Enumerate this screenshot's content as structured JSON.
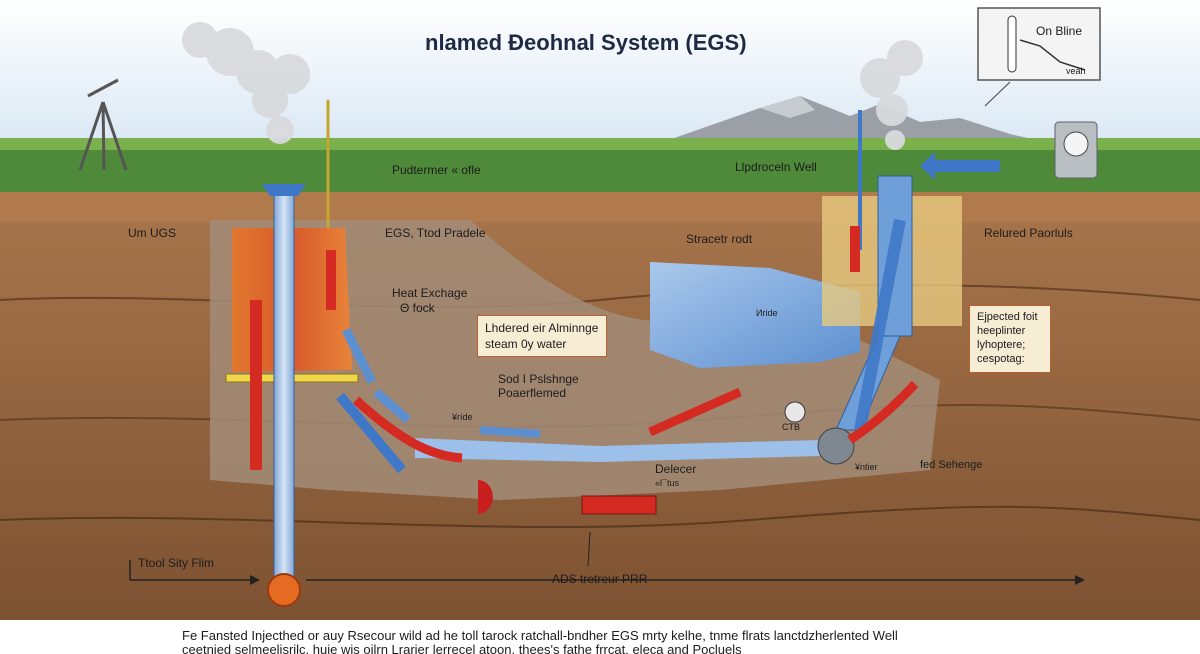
{
  "title": "nlamed Đeohnal System (EGS)",
  "inset_label": "On Bline",
  "inset_sublabel": "veah",
  "labels": {
    "partner_hole": "Pudtermer « ofle",
    "injection_well": "Llpdroceln Well",
    "um_ugs": "Um UGS",
    "egs_pressure": "EGS, Ttod Pradele",
    "stretch_rock": "Stracetr rodt",
    "reduced_products": "Relured Paorluls",
    "heat_exchange": "Heat Exchage",
    "heat_exchange_sub": "Θ fock",
    "sod_discharge": "Sod I Pslshnge",
    "sod_discharge_sub": "Poaerflemed",
    "deluce": "Delecer",
    "deluce_sub": "«l¯tus",
    "rd_sthrge": "fed Sehenge",
    "tool_sty_firm": "Ttool Sity Flim",
    "ads_pfr": "ADS tretreur PRR",
    "small_1": "¥ríde",
    "small_2": "Иride",
    "small_3": "¥ntier",
    "small_4": "CTB"
  },
  "callouts": {
    "hydro": [
      "Lhdered eir Alminnge",
      "steam 0y water"
    ],
    "exported": [
      "Ejpected foit",
      "heeplinter",
      "lyhoptere;",
      "cespotag:"
    ]
  },
  "caption": [
    "Fe Fansted Injecthed or auy Rsecour wild ad he toll tarock ratchall-bndher EGS mrty kelhe, tnme flrats lanctdzherlented Well",
    "ceetnied selmeelisrilc, huie wis oilrn Lrarier lerrecel atoon, thees's fathe frrcat, eleca and Pocluels"
  ],
  "colors": {
    "sky_top": "#d9e7f4",
    "grass": "#4f8a3a",
    "soil": "#9a6a44",
    "deep_soil": "#7d5232",
    "rock_gray": "#a38c78",
    "hot_zone": "#e0652a",
    "fracture_blue": "#6f9fd8",
    "cold_arrow": "#3f78c9",
    "hot_arrow": "#d42a22",
    "callout_fill": "#f7ecd4",
    "callout_border": "#b8612e"
  }
}
